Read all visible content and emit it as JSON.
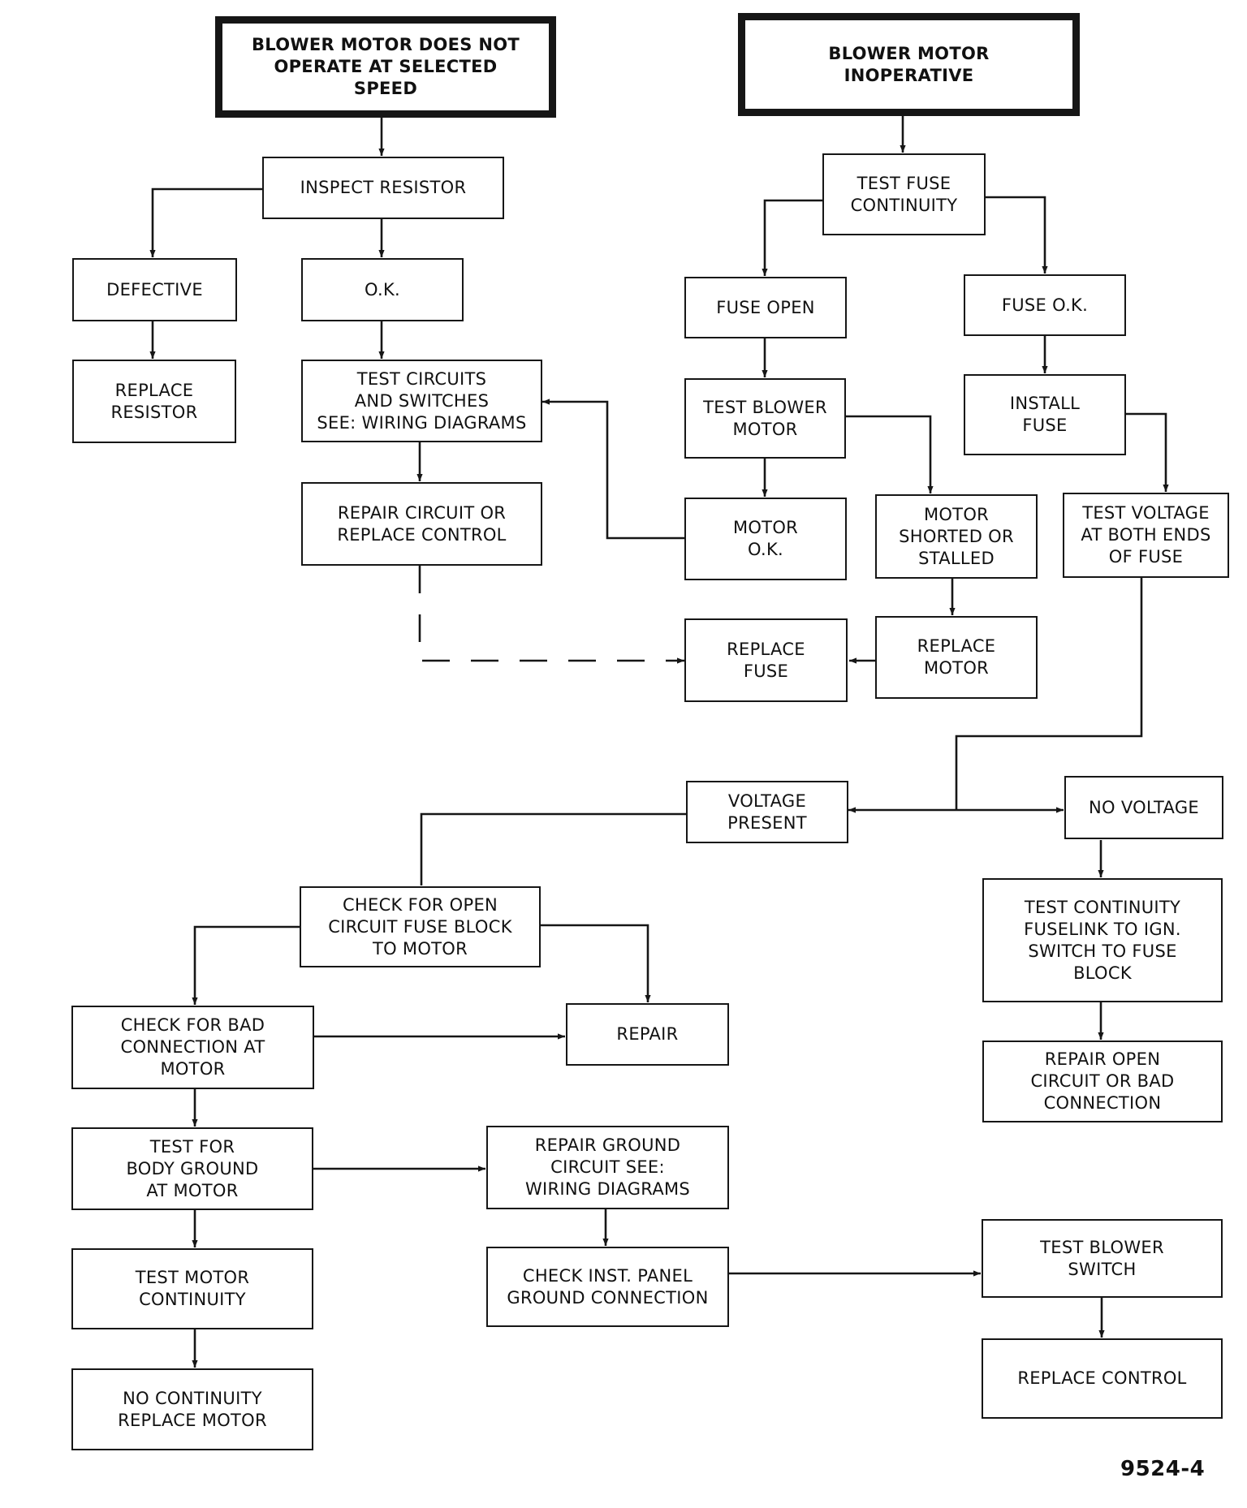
{
  "nodes": {
    "blower_motor_not_operate": "BLOWER MOTOR DOES NOT\nOPERATE AT SELECTED\nSPEED",
    "blower_motor_inoperative": "BLOWER MOTOR\nINOPERATIVE",
    "inspect_resistor": "INSPECT RESISTOR",
    "defective": "DEFECTIVE",
    "ok": "O.K.",
    "replace_resistor": "REPLACE\nRESISTOR",
    "test_circuits": "TEST CIRCUITS\nAND SWITCHES\nSEE: WIRING DIAGRAMS",
    "repair_circuit": "REPAIR CIRCUIT OR\nREPLACE CONTROL",
    "test_fuse_continuity": "TEST FUSE\nCONTINUITY",
    "fuse_open": "FUSE OPEN",
    "fuse_ok": "FUSE O.K.",
    "test_blower_motor": "TEST BLOWER\nMOTOR",
    "install_fuse": "INSTALL\nFUSE",
    "motor_ok": "MOTOR\nO.K.",
    "motor_shorted": "MOTOR\nSHORTED OR\nSTALLED",
    "test_voltage": "TEST VOLTAGE\nAT BOTH ENDS\nOF FUSE",
    "replace_fuse": "REPLACE\nFUSE",
    "replace_motor": "REPLACE\nMOTOR",
    "voltage_present": "VOLTAGE\nPRESENT",
    "no_voltage": "NO VOLTAGE",
    "check_open_circuit": "CHECK FOR OPEN\nCIRCUIT FUSE BLOCK\nTO MOTOR",
    "test_continuity_fuselink": "TEST CONTINUITY\nFUSELINK TO IGN.\nSWITCH TO FUSE\nBLOCK",
    "check_bad_connection": "CHECK FOR BAD\nCONNECTION AT\nMOTOR",
    "repair": "REPAIR",
    "repair_open_circuit": "REPAIR OPEN\nCIRCUIT OR BAD\nCONNECTION",
    "test_body_ground": "TEST FOR\nBODY GROUND\nAT MOTOR",
    "repair_ground_circuit": "REPAIR GROUND\nCIRCUIT SEE:\nWIRING DIAGRAMS",
    "test_motor_continuity": "TEST MOTOR\nCONTINUITY",
    "check_inst_panel": "CHECK INST. PANEL\nGROUND CONNECTION",
    "test_blower_switch": "TEST BLOWER\nSWITCH",
    "no_continuity": "NO CONTINUITY\nREPLACE MOTOR",
    "replace_control": "REPLACE CONTROL"
  },
  "figure_number": "9524-4"
}
